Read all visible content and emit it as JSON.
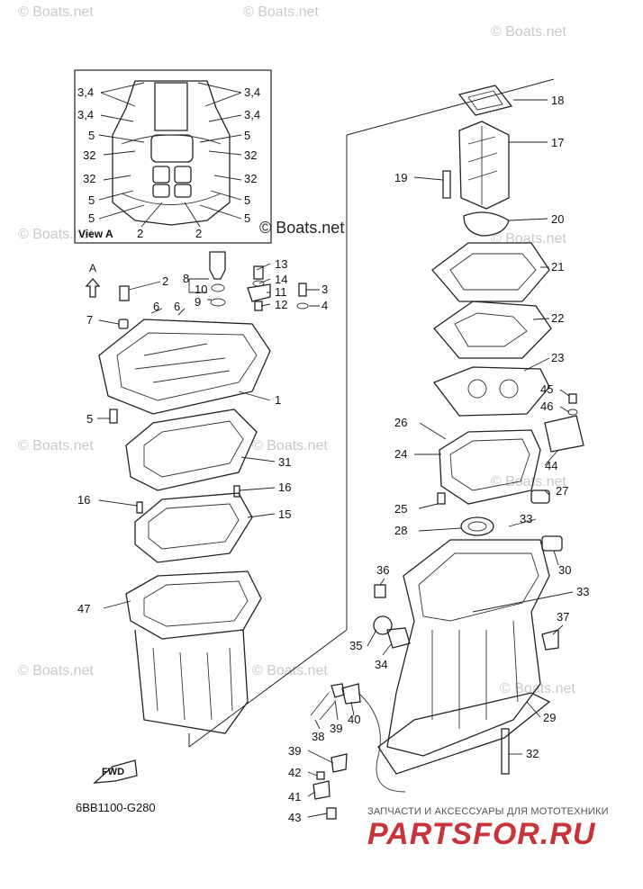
{
  "diagram": {
    "code": "6BB1100-G280",
    "copyright": "© Boats.net",
    "view_label": "View A",
    "view_arrow_letter": "A",
    "fwd_label": "FWD",
    "watermark": "© Boats.net",
    "footer_tagline": "ЗАПЧАСТИ И АКСЕССУАРЫ ДЛЯ МОТОТЕХНИКИ",
    "footer_logo": "PARTSFOR.RU",
    "footer_logo_color": "#c9343b"
  },
  "callouts": [
    {
      "id": "c-34a",
      "text": "3,4"
    },
    {
      "id": "c-34b",
      "text": "3,4"
    },
    {
      "id": "c-34c",
      "text": "3,4"
    },
    {
      "id": "c-34d",
      "text": "3,4"
    },
    {
      "id": "c-5a",
      "text": "5"
    },
    {
      "id": "c-5b",
      "text": "5"
    },
    {
      "id": "c-5c",
      "text": "5"
    },
    {
      "id": "c-5d",
      "text": "5"
    },
    {
      "id": "c-5e",
      "text": "5"
    },
    {
      "id": "c-5f",
      "text": "5"
    },
    {
      "id": "c-32a",
      "text": "32"
    },
    {
      "id": "c-32b",
      "text": "32"
    },
    {
      "id": "c-32c",
      "text": "32"
    },
    {
      "id": "c-32d",
      "text": "32"
    },
    {
      "id": "c-2a",
      "text": "2"
    },
    {
      "id": "c-2b",
      "text": "2"
    },
    {
      "id": "c-18",
      "text": "18"
    },
    {
      "id": "c-17",
      "text": "17"
    },
    {
      "id": "c-19",
      "text": "19"
    },
    {
      "id": "c-20",
      "text": "20"
    },
    {
      "id": "c-21",
      "text": "21"
    },
    {
      "id": "c-22",
      "text": "22"
    },
    {
      "id": "c-23",
      "text": "23"
    },
    {
      "id": "c-13",
      "text": "13"
    },
    {
      "id": "c-14",
      "text": "14"
    },
    {
      "id": "c-11",
      "text": "11"
    },
    {
      "id": "c-12",
      "text": "12"
    },
    {
      "id": "c-3",
      "text": "3"
    },
    {
      "id": "c-4",
      "text": "4"
    },
    {
      "id": "c-8",
      "text": "8"
    },
    {
      "id": "c-10",
      "text": "10"
    },
    {
      "id": "c-9",
      "text": "9"
    },
    {
      "id": "c-2c",
      "text": "2"
    },
    {
      "id": "c-7",
      "text": "7"
    },
    {
      "id": "c-6a",
      "text": "6"
    },
    {
      "id": "c-6b",
      "text": "6"
    },
    {
      "id": "c-1",
      "text": "1"
    },
    {
      "id": "c-5g",
      "text": "5"
    },
    {
      "id": "c-31",
      "text": "31"
    },
    {
      "id": "c-16a",
      "text": "16"
    },
    {
      "id": "c-16b",
      "text": "16"
    },
    {
      "id": "c-15",
      "text": "15"
    },
    {
      "id": "c-47",
      "text": "47"
    },
    {
      "id": "c-45",
      "text": "45"
    },
    {
      "id": "c-46",
      "text": "46"
    },
    {
      "id": "c-26",
      "text": "26"
    },
    {
      "id": "c-24",
      "text": "24"
    },
    {
      "id": "c-44",
      "text": "44"
    },
    {
      "id": "c-27",
      "text": "27"
    },
    {
      "id": "c-25",
      "text": "25"
    },
    {
      "id": "c-28",
      "text": "28"
    },
    {
      "id": "c-33a",
      "text": "33"
    },
    {
      "id": "c-30",
      "text": "30"
    },
    {
      "id": "c-36",
      "text": "36"
    },
    {
      "id": "c-33b",
      "text": "33"
    },
    {
      "id": "c-37",
      "text": "37"
    },
    {
      "id": "c-35",
      "text": "35"
    },
    {
      "id": "c-34",
      "text": "34"
    },
    {
      "id": "c-29",
      "text": "29"
    },
    {
      "id": "c-39a",
      "text": "39"
    },
    {
      "id": "c-40",
      "text": "40"
    },
    {
      "id": "c-38",
      "text": "38"
    },
    {
      "id": "c-32e",
      "text": "32"
    },
    {
      "id": "c-39b",
      "text": "39"
    },
    {
      "id": "c-42",
      "text": "42"
    },
    {
      "id": "c-41",
      "text": "41"
    },
    {
      "id": "c-43",
      "text": "43"
    }
  ]
}
